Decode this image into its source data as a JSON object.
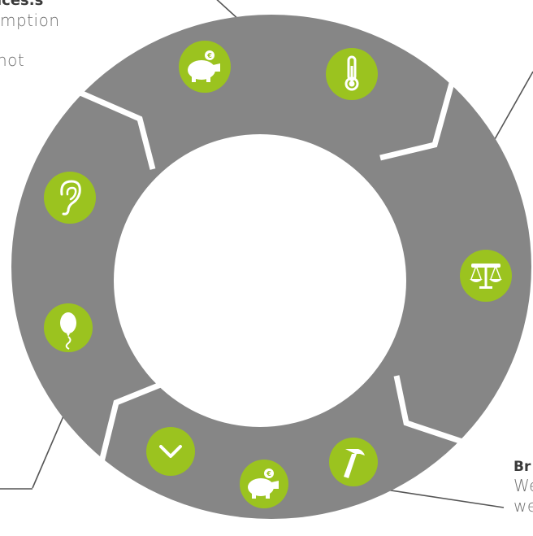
{
  "colors": {
    "ring": "#868686",
    "gap": "#ffffff",
    "icon_fill": "#9bc31f",
    "icon_glyph": "#ffffff",
    "leader": "#555555"
  },
  "captions": {
    "top": {
      "title": "ices.s",
      "lines": [
        "mption",
        "",
        "not"
      ]
    },
    "bottom": {
      "title": "Br",
      "lines": [
        "We",
        "we"
      ]
    }
  },
  "icons": [
    {
      "name": "piggy-bank-euro-icon"
    },
    {
      "name": "thermometer-icon"
    },
    {
      "name": "scales-icon"
    },
    {
      "name": "hammer-icon"
    },
    {
      "name": "piggy-bank-euro-icon"
    },
    {
      "name": "chevron-down-icon"
    },
    {
      "name": "balloon-icon"
    },
    {
      "name": "ear-icon"
    }
  ]
}
